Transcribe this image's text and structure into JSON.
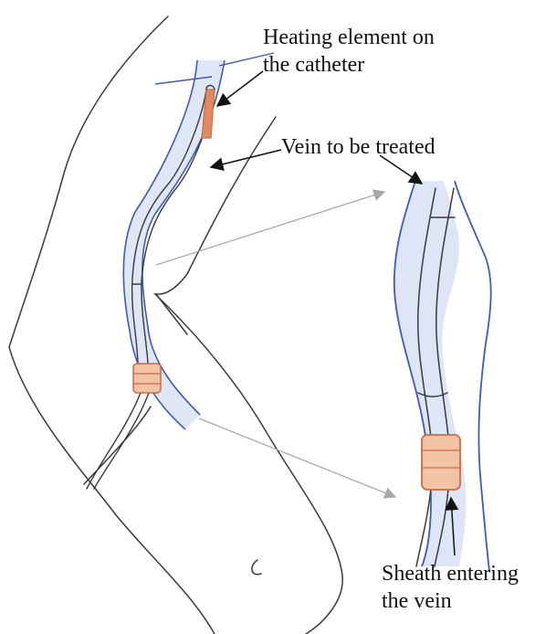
{
  "labels": {
    "heating_element": {
      "line1": "Heating element on",
      "line2": "the catheter"
    },
    "vein": "Vein to be treated",
    "sheath": {
      "line1": "Sheath entering",
      "line2": "the vein"
    }
  },
  "colors": {
    "pencil": "#3a3a3a",
    "vein_outline": "#3f5bb5",
    "vein_fill": "#d7e1f5",
    "heating_element": "#e08a63",
    "sheath_fill": "#f3c3a6",
    "sheath_outline": "#d06a45",
    "arrow_black": "#111111",
    "arrow_gray": "#a8a8a8"
  }
}
